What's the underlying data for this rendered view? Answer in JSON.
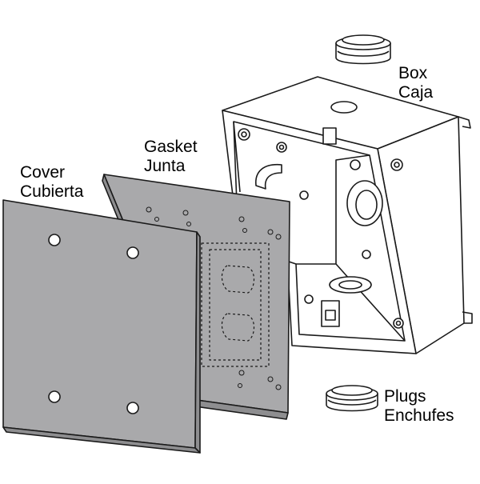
{
  "labels": {
    "box": {
      "en": "Box",
      "es": "Caja"
    },
    "gasket": {
      "en": "Gasket",
      "es": "Junta"
    },
    "cover": {
      "en": "Cover",
      "es": "Cubierta"
    },
    "plugs": {
      "en": "Plugs",
      "es": "Enchufes"
    }
  },
  "colors": {
    "panel_fill": "#a9a9ab",
    "panel_side": "#8e8e90",
    "outline": "#1a1a1a",
    "box_fill": "#ffffff"
  }
}
